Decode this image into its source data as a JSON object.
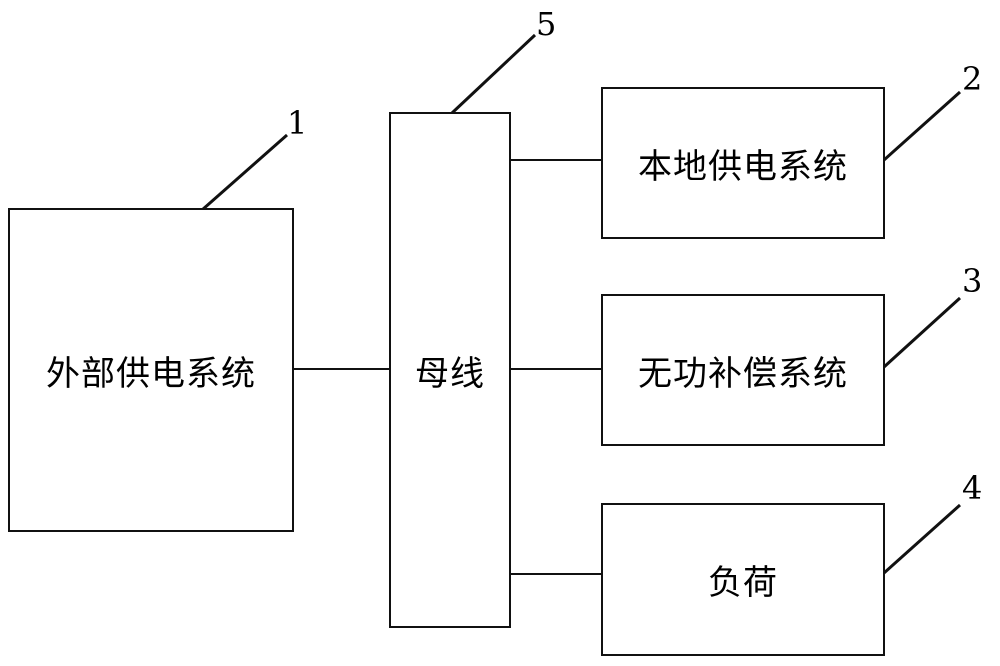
{
  "boxes": {
    "external_supply": "外部供电系统",
    "bus": "母线",
    "local_supply": "本地供电系统",
    "reactive_compensation": "无功补偿系统",
    "load": "负荷"
  },
  "ref_numbers": {
    "external_supply": "1",
    "local_supply": "2",
    "reactive_compensation": "3",
    "load": "4",
    "bus": "5"
  }
}
